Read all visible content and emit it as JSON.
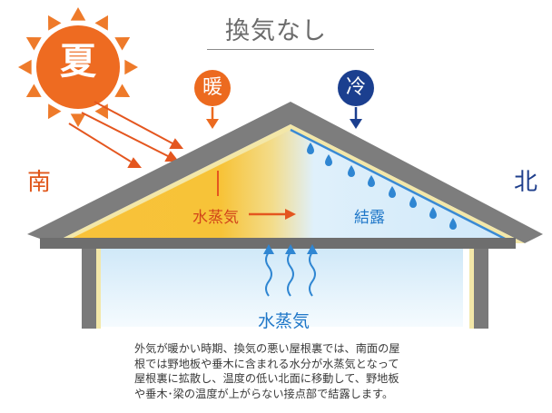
{
  "title": "換気なし",
  "sun_label": "夏",
  "warm_label": "暖",
  "cold_label": "冷",
  "south_label": "南",
  "north_label": "北",
  "vapor_roof_label": "水蒸気",
  "condensation_label": "結露",
  "vapor_room_label": "水蒸気",
  "description": [
    "外気が暖かい時期、換気の悪い屋根裏では、南面の屋",
    "根では野地板や垂木に含まれる水分が水蒸気となって",
    "屋根裏に拡散し、温度の低い北面に移動して、野地板",
    "や垂木･梁の温度が上がらない接点部で結露します。"
  ],
  "colors": {
    "sun_orange": "#ec6a1f",
    "warm_yellow": "#f6bb2e",
    "cold_blue": "#1b3f8f",
    "drop_blue": "#2f86d2",
    "roof_gray": "#7d7d7d",
    "ceiling_gray": "#6e6e6e",
    "interior_blue": "#e3f2fb"
  },
  "icons": [
    "sun-icon",
    "heat-arrow-icon",
    "cold-arrow-icon",
    "airflow-arrow-icon",
    "water-drop-icon",
    "rising-vapor-icon"
  ]
}
